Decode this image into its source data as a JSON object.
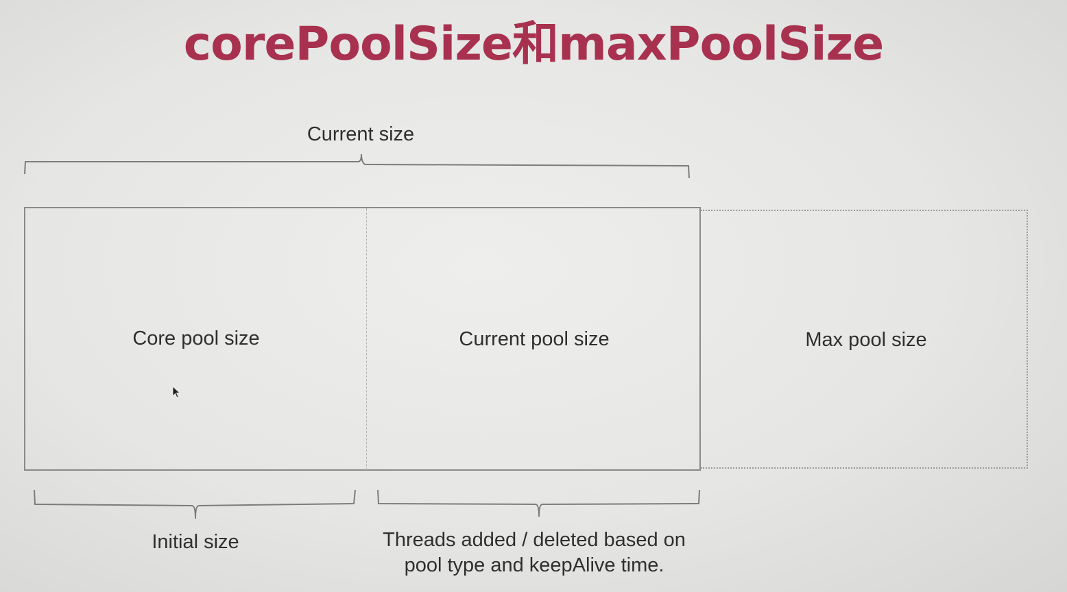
{
  "title": "corePoolSize和maxPoolSize",
  "labels": {
    "current_size": "Current size",
    "core_pool_size": "Core pool size",
    "current_pool_size": "Current pool size",
    "max_pool_size": "Max pool size",
    "initial_size": "Initial size",
    "threads_line1": "Threads added / deleted based on",
    "threads_line2": "pool type and keepAlive time."
  },
  "colors": {
    "title": "#a8314f",
    "text": "#2f2f2f",
    "lines": "#8a8a8a"
  }
}
